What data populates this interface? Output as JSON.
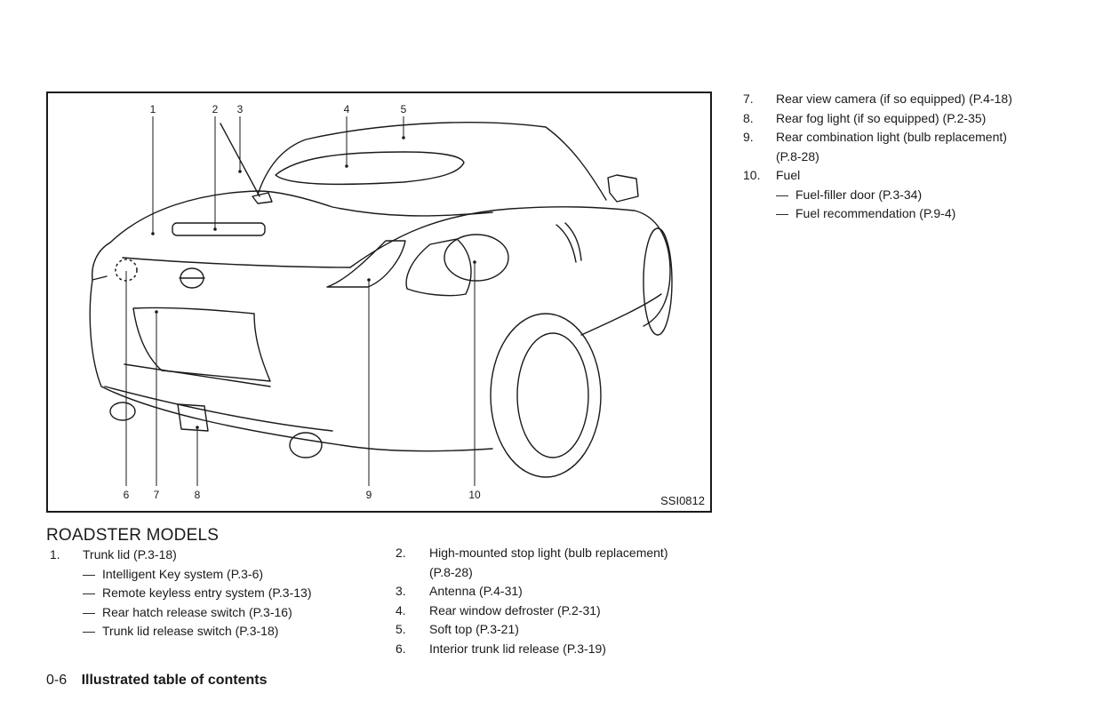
{
  "figure": {
    "code": "SSI0812",
    "callouts": [
      "1",
      "2",
      "3",
      "4",
      "5",
      "6",
      "7",
      "8",
      "9",
      "10"
    ]
  },
  "section_title": "ROADSTER MODELS",
  "items_col1": [
    {
      "num": "1.",
      "text": "Trunk lid (P.3-18)",
      "subs": [
        {
          "dash": "—",
          "text": "Intelligent Key system (P.3-6)"
        },
        {
          "dash": "—",
          "text": "Remote keyless entry system (P.3-13)"
        },
        {
          "dash": "—",
          "text": "Rear hatch release switch (P.3-16)"
        },
        {
          "dash": "—",
          "text": "Trunk lid release switch (P.3-18)"
        }
      ]
    }
  ],
  "items_col2": [
    {
      "num": "2.",
      "text": "High-mounted stop light (bulb replacement)",
      "text2": "(P.8-28)"
    },
    {
      "num": "3.",
      "text": "Antenna (P.4-31)"
    },
    {
      "num": "4.",
      "text": "Rear window defroster (P.2-31)"
    },
    {
      "num": "5.",
      "text": "Soft top (P.3-21)"
    },
    {
      "num": "6.",
      "text": "Interior trunk lid release (P.3-19)"
    }
  ],
  "items_col3": [
    {
      "num": "7.",
      "text": "Rear view camera (if so equipped) (P.4-18)"
    },
    {
      "num": "8.",
      "text": "Rear fog light (if so equipped) (P.2-35)"
    },
    {
      "num": "9.",
      "text": "Rear combination light (bulb replacement)",
      "text2": "(P.8-28)"
    },
    {
      "num": "10.",
      "text": "Fuel",
      "subs": [
        {
          "dash": "—",
          "text": "Fuel-filler door (P.3-34)"
        },
        {
          "dash": "—",
          "text": "Fuel recommendation (P.9-4)"
        }
      ]
    }
  ],
  "footer": {
    "page_number": "0-6",
    "chapter_title": "Illustrated table of contents"
  }
}
